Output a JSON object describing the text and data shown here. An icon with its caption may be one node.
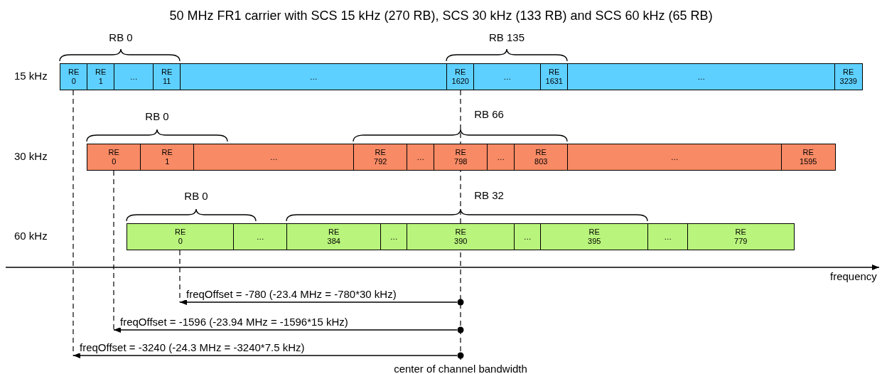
{
  "diagram": {
    "title": "50 MHz FR1 carrier with SCS 15 kHz (270 RB), SCS 30 kHz (133 RB) and SCS 60 kHz (65 RB)",
    "nodes": [
      {
        "text": [
          "RE 0"
        ]
      },
      {
        "text": [
          "RE 1"
        ]
      },
      {
        "text": [
          "…"
        ]
      },
      {
        "text": [
          "RE 11"
        ]
      },
      {
        "text": [
          "…"
        ]
      },
      {
        "text": [
          "RE 1620"
        ]
      },
      {
        "text": [
          "…"
        ]
      },
      {
        "text": [
          "RE 1631"
        ]
      },
      {
        "text": [
          "…"
        ]
      },
      {
        "text": [
          "RE 3239"
        ]
      },
      {
        "text": [
          "RE 0"
        ]
      },
      {
        "text": [
          "RE 1"
        ]
      },
      {
        "text": [
          "…"
        ]
      },
      {
        "text": [
          "RE 792"
        ]
      },
      {
        "text": [
          "…"
        ]
      },
      {
        "text": [
          "RE 798"
        ]
      },
      {
        "text": [
          "…"
        ]
      },
      {
        "text": [
          "RE 803"
        ]
      },
      {
        "text": [
          "…"
        ]
      },
      {
        "text": [
          "RE 1595"
        ]
      },
      {
        "text": [
          "RE 0"
        ]
      },
      {
        "text": [
          "…"
        ]
      },
      {
        "text": [
          "RE 384"
        ]
      },
      {
        "text": [
          "…"
        ]
      },
      {
        "text": [
          "RE 390"
        ]
      },
      {
        "text": [
          "…"
        ]
      },
      {
        "text": [
          "RE 395"
        ]
      },
      {
        "text": [
          "…"
        ]
      },
      {
        "text": [
          "RE 779"
        ]
      },
      {
        "text": [],
        "shape": "circle"
      },
      {
        "text": [],
        "shape": "circle"
      },
      {
        "text": [],
        "shape": "circle"
      },
      {
        "text": [
          "center of channel bandwidth"
        ]
      }
    ],
    "edges": [
      {
        "from": 29,
        "to": null,
        "arrow": "to",
        "label": "freqOffset = -780 (-23.4 MHz = -780*30 kHz)"
      },
      {
        "from": 30,
        "to": null,
        "arrow": "to",
        "label": "freqOffset = -1596 (-23.94 MHz = -1596*15 kHz)"
      },
      {
        "from": 31,
        "to": null,
        "arrow": "to",
        "label": "freqOffset = -3240 (-24.3 MHz = -3240*7.5 kHz)"
      },
      {
        "from": 0,
        "to": null,
        "arrow": "none",
        "style": "dashed"
      },
      {
        "from": 10,
        "to": null,
        "arrow": "none",
        "style": "dashed"
      },
      {
        "from": 20,
        "to": null,
        "arrow": "none",
        "style": "dashed"
      },
      {
        "from": 5,
        "to": 32,
        "arrow": "none",
        "style": "dashed"
      }
    ],
    "labels": [
      "RB 0",
      "RB 135",
      "15 kHz",
      "RB 0",
      "RB 66",
      "30 kHz",
      "RB 0",
      "RB 32",
      "60 kHz",
      "frequency"
    ]
  }
}
